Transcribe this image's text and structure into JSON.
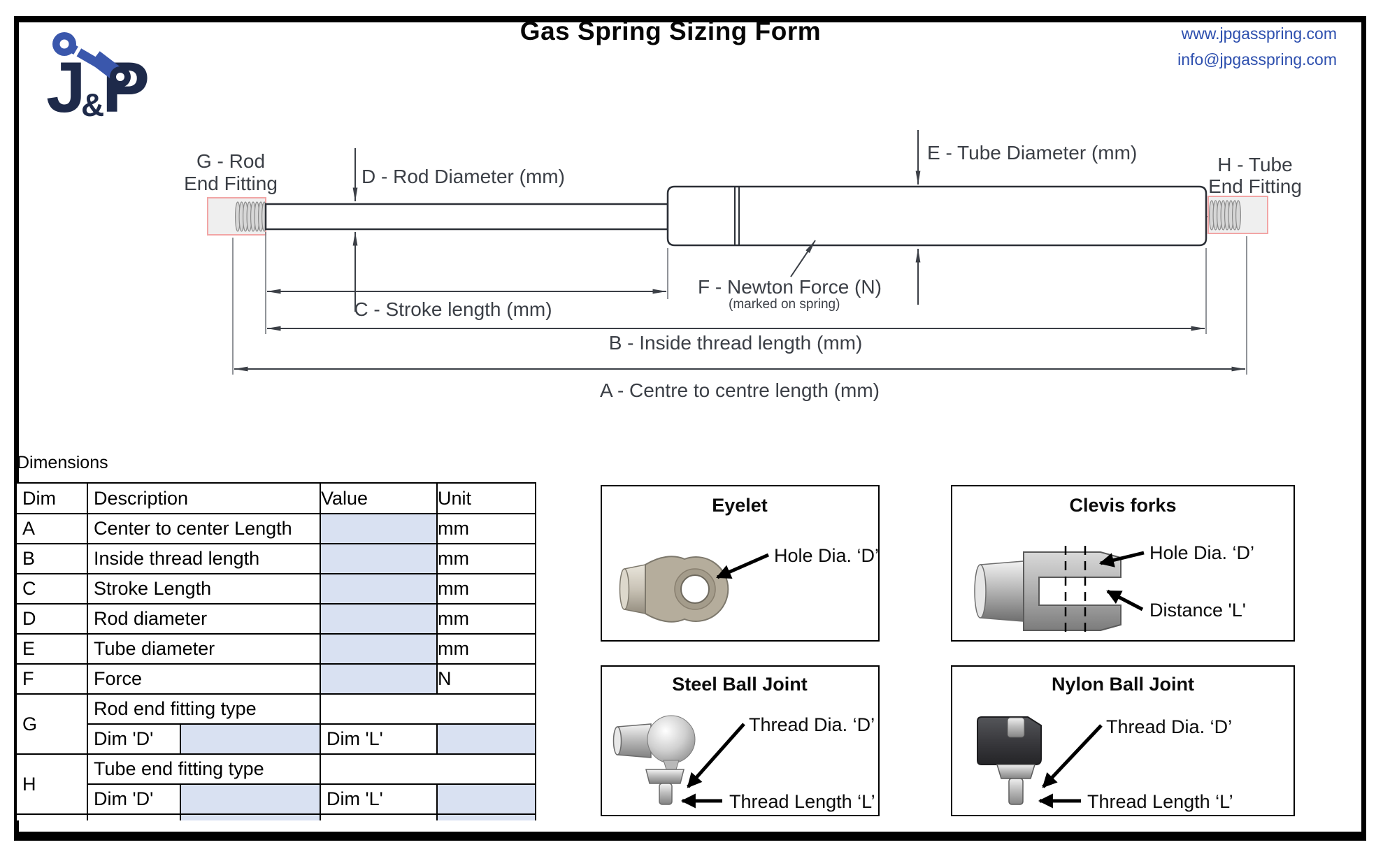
{
  "header": {
    "title": "Gas Spring Sizing Form",
    "website": "www.jpgasspring.com",
    "email": "info@jpgasspring.com"
  },
  "logo": {
    "letter_j": "J",
    "ampersand": "&",
    "letter_p": "P"
  },
  "diagram": {
    "rod_end_fitting_label_1": "G - Rod",
    "rod_end_fitting_label_2": "End Fitting",
    "rod_diameter_label": "D - Rod Diameter (mm)",
    "tube_diameter_label": "E - Tube Diameter (mm)",
    "tube_end_fitting_label_1": "H - Tube",
    "tube_end_fitting_label_2": "End Fitting",
    "newton_force_label": "F - Newton Force (N)",
    "newton_force_note": "(marked on spring)",
    "stroke_length_label": "C - Stroke length (mm)",
    "inside_thread_label": "B - Inside thread length (mm)",
    "centre_to_centre_label": "A - Centre to centre length (mm)"
  },
  "dimensions_table": {
    "section_title": "Dimensions",
    "headers": {
      "dim": "Dim",
      "description": "Description",
      "value": "Value",
      "unit": "Unit"
    },
    "rows": [
      {
        "dim": "A",
        "description": "Center to center Length",
        "value": "",
        "unit": "mm"
      },
      {
        "dim": "B",
        "description": "Inside thread length",
        "value": "",
        "unit": "mm"
      },
      {
        "dim": "C",
        "description": "Stroke Length",
        "value": "",
        "unit": "mm"
      },
      {
        "dim": "D",
        "description": "Rod diameter",
        "value": "",
        "unit": "mm"
      },
      {
        "dim": "E",
        "description": "Tube diameter",
        "value": "",
        "unit": "mm"
      },
      {
        "dim": "F",
        "description": "Force",
        "value": "",
        "unit": "N"
      }
    ],
    "fitting_rows": [
      {
        "dim": "G",
        "type_label": "Rod end fitting type",
        "type_value": "",
        "dim_d_label": "Dim 'D'",
        "dim_d_value": "",
        "dim_l_label": "Dim 'L'",
        "dim_l_value": ""
      },
      {
        "dim": "H",
        "type_label": "Tube end fitting type",
        "type_value": "",
        "dim_d_label": "Dim 'D'",
        "dim_d_value": "",
        "dim_l_label": "Dim 'L'",
        "dim_l_value": ""
      }
    ]
  },
  "fitting_boxes": {
    "eyelet": {
      "title": "Eyelet",
      "hole_dia_label": "Hole Dia. ‘D’"
    },
    "clevis": {
      "title": "Clevis forks",
      "hole_dia_label": "Hole Dia. ‘D’",
      "distance_label": "Distance 'L'"
    },
    "steel_ball": {
      "title": "Steel Ball Joint",
      "thread_dia_label": "Thread Dia. ‘D’",
      "thread_length_label": "Thread Length ‘L’"
    },
    "nylon_ball": {
      "title": "Nylon Ball Joint",
      "thread_dia_label": "Thread Dia. ‘D’",
      "thread_length_label": "Thread Length ‘L’"
    }
  },
  "colors": {
    "accent_blue": "#2d4fae",
    "logo_navy": "#1e2a4a",
    "logo_blue": "#3a57ac",
    "value_cell_fill": "#d9e1f2",
    "fitting_highlight_border": "#f2a5a5"
  }
}
